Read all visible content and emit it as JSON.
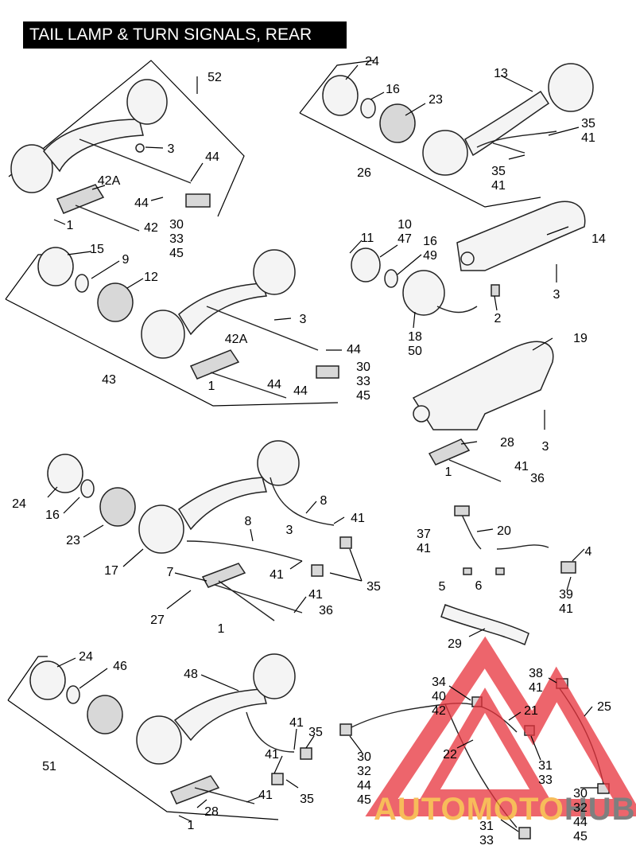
{
  "title": "TAIL LAMP & TURN SIGNALS, REAR",
  "callouts": [
    {
      "id": "c52",
      "text": "52"
    },
    {
      "id": "c3a",
      "text": "3"
    },
    {
      "id": "c44a",
      "text": "44"
    },
    {
      "id": "c42Aa",
      "text": "42A"
    },
    {
      "id": "c44b",
      "text": "44"
    },
    {
      "id": "c1a",
      "text": "1"
    },
    {
      "id": "c42",
      "text": "42"
    },
    {
      "id": "c30a",
      "text": "30"
    },
    {
      "id": "c33a",
      "text": "33"
    },
    {
      "id": "c45a",
      "text": "45"
    },
    {
      "id": "c24a",
      "text": "24"
    },
    {
      "id": "c16a",
      "text": "16"
    },
    {
      "id": "c23a",
      "text": "23"
    },
    {
      "id": "c13",
      "text": "13"
    },
    {
      "id": "c35a",
      "text": "35"
    },
    {
      "id": "c41a",
      "text": "41"
    },
    {
      "id": "c35b",
      "text": "35"
    },
    {
      "id": "c41b",
      "text": "41"
    },
    {
      "id": "c26",
      "text": "26"
    },
    {
      "id": "c10",
      "text": "10"
    },
    {
      "id": "c47",
      "text": "47"
    },
    {
      "id": "c11",
      "text": "11"
    },
    {
      "id": "c16b",
      "text": "16"
    },
    {
      "id": "c49",
      "text": "49"
    },
    {
      "id": "c14",
      "text": "14"
    },
    {
      "id": "c3b",
      "text": "3"
    },
    {
      "id": "c2",
      "text": "2"
    },
    {
      "id": "c18",
      "text": "18"
    },
    {
      "id": "c50",
      "text": "50"
    },
    {
      "id": "c15",
      "text": "15"
    },
    {
      "id": "c9",
      "text": "9"
    },
    {
      "id": "c12",
      "text": "12"
    },
    {
      "id": "c3c",
      "text": "3"
    },
    {
      "id": "c42Ab",
      "text": "42A"
    },
    {
      "id": "c44c",
      "text": "44"
    },
    {
      "id": "c1b",
      "text": "1"
    },
    {
      "id": "c30b",
      "text": "30"
    },
    {
      "id": "c33b",
      "text": "33"
    },
    {
      "id": "c45b",
      "text": "45"
    },
    {
      "id": "c44d",
      "text": "44"
    },
    {
      "id": "c44e",
      "text": "44"
    },
    {
      "id": "c43",
      "text": "43"
    },
    {
      "id": "c19",
      "text": "19"
    },
    {
      "id": "c3d",
      "text": "3"
    },
    {
      "id": "c28a",
      "text": "28"
    },
    {
      "id": "c41c",
      "text": "41"
    },
    {
      "id": "c1c",
      "text": "1"
    },
    {
      "id": "c36a",
      "text": "36"
    },
    {
      "id": "c24b",
      "text": "24"
    },
    {
      "id": "c16c",
      "text": "16"
    },
    {
      "id": "c23b",
      "text": "23"
    },
    {
      "id": "c17",
      "text": "17"
    },
    {
      "id": "c8a",
      "text": "8"
    },
    {
      "id": "c3e",
      "text": "3"
    },
    {
      "id": "c41d",
      "text": "41"
    },
    {
      "id": "c8b",
      "text": "8"
    },
    {
      "id": "c41e",
      "text": "41"
    },
    {
      "id": "c35c",
      "text": "35"
    },
    {
      "id": "c7",
      "text": "7"
    },
    {
      "id": "c27",
      "text": "27"
    },
    {
      "id": "c41f",
      "text": "41"
    },
    {
      "id": "c36b",
      "text": "36"
    },
    {
      "id": "c1d",
      "text": "1"
    },
    {
      "id": "c37",
      "text": "37"
    },
    {
      "id": "c41g",
      "text": "41"
    },
    {
      "id": "c20",
      "text": "20"
    },
    {
      "id": "c4",
      "text": "4"
    },
    {
      "id": "c5",
      "text": "5"
    },
    {
      "id": "c6",
      "text": "6"
    },
    {
      "id": "c39",
      "text": "39"
    },
    {
      "id": "c41h",
      "text": "41"
    },
    {
      "id": "c29",
      "text": "29"
    },
    {
      "id": "c24c",
      "text": "24"
    },
    {
      "id": "c46",
      "text": "46"
    },
    {
      "id": "c48",
      "text": "48"
    },
    {
      "id": "c41i",
      "text": "41"
    },
    {
      "id": "c35d",
      "text": "35"
    },
    {
      "id": "c41j",
      "text": "41"
    },
    {
      "id": "c51",
      "text": "51"
    },
    {
      "id": "c41k",
      "text": "41"
    },
    {
      "id": "c35e",
      "text": "35"
    },
    {
      "id": "c28b",
      "text": "28"
    },
    {
      "id": "c1e",
      "text": "1"
    },
    {
      "id": "c34",
      "text": "34"
    },
    {
      "id": "c40",
      "text": "40"
    },
    {
      "id": "c42b",
      "text": "42"
    },
    {
      "id": "c38",
      "text": "38"
    },
    {
      "id": "c41l",
      "text": "41"
    },
    {
      "id": "c21",
      "text": "21"
    },
    {
      "id": "c25",
      "text": "25"
    },
    {
      "id": "c22",
      "text": "22"
    },
    {
      "id": "c30c",
      "text": "30"
    },
    {
      "id": "c32a",
      "text": "32"
    },
    {
      "id": "c44f",
      "text": "44"
    },
    {
      "id": "c45c",
      "text": "45"
    },
    {
      "id": "c31a",
      "text": "31"
    },
    {
      "id": "c33c",
      "text": "33"
    },
    {
      "id": "c30d",
      "text": "30"
    },
    {
      "id": "c32b",
      "text": "32"
    },
    {
      "id": "c44g",
      "text": "44"
    },
    {
      "id": "c45d",
      "text": "45"
    },
    {
      "id": "c31b",
      "text": "31"
    },
    {
      "id": "c33d",
      "text": "33"
    }
  ],
  "watermark": {
    "text_part1": "AUTOMOTO",
    "text_part2": "HUB",
    "color_primary": "#e8323c",
    "color_secondary": "#f5a623",
    "color_dark": "#555555"
  },
  "colors": {
    "title_bg": "#000000",
    "title_fg": "#ffffff",
    "line": "#000000"
  }
}
